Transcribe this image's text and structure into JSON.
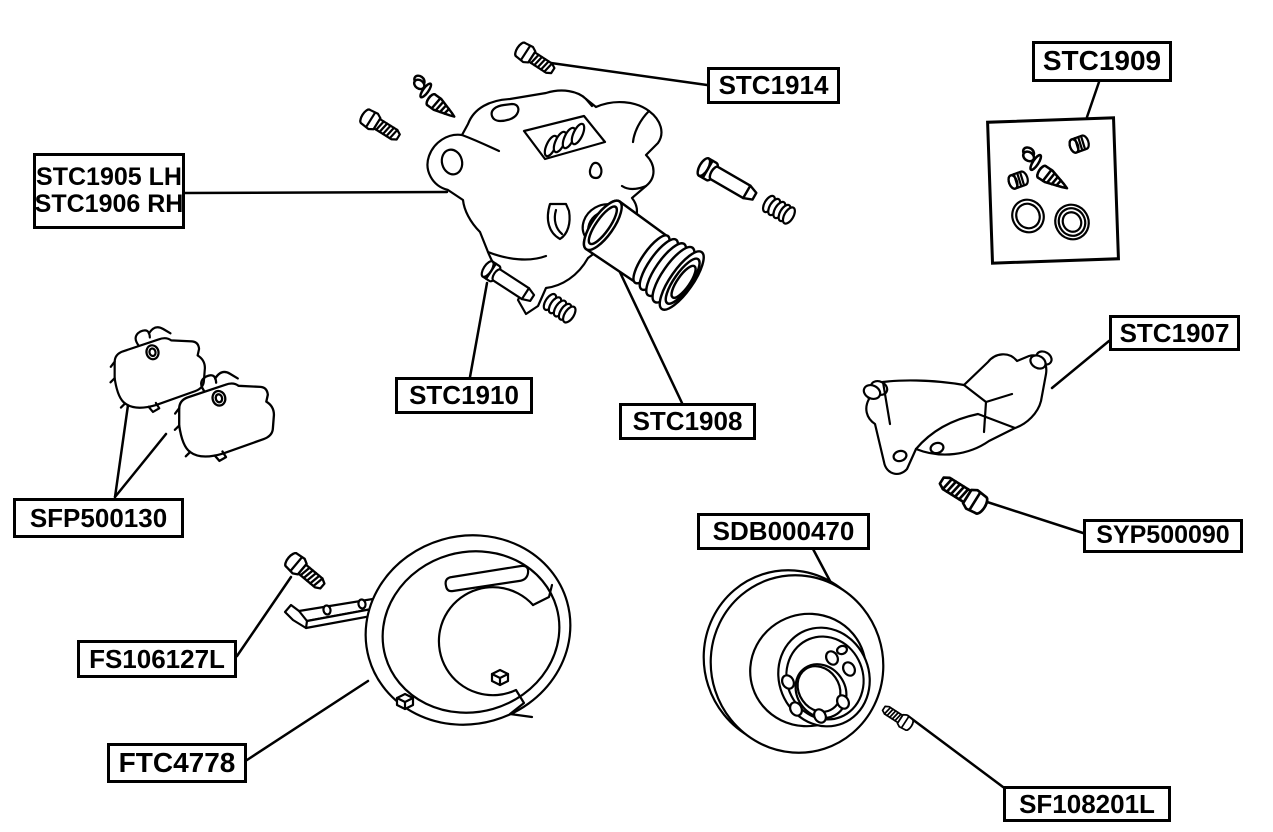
{
  "diagram": {
    "type": "exploded-parts-diagram",
    "subject": "Brake caliper, carrier, pads, dust shield and disc assembly",
    "background_color": "#ffffff",
    "line_color": "#000000",
    "labels": {
      "caliper_lh": "STC1905 LH",
      "caliper_rh": "STC1906 RH",
      "guide_bolt": "STC1914",
      "seal_kit": "STC1909",
      "guide_pin": "STC1910",
      "piston": "STC1908",
      "carrier_bracket": "STC1907",
      "brake_pads": "SFP500130",
      "carrier_bolt": "SYP500090",
      "brake_disc": "SDB000470",
      "shield_bolt": "FS106127L",
      "dust_shield": "FTC4778",
      "disc_screw": "SF108201L"
    }
  }
}
